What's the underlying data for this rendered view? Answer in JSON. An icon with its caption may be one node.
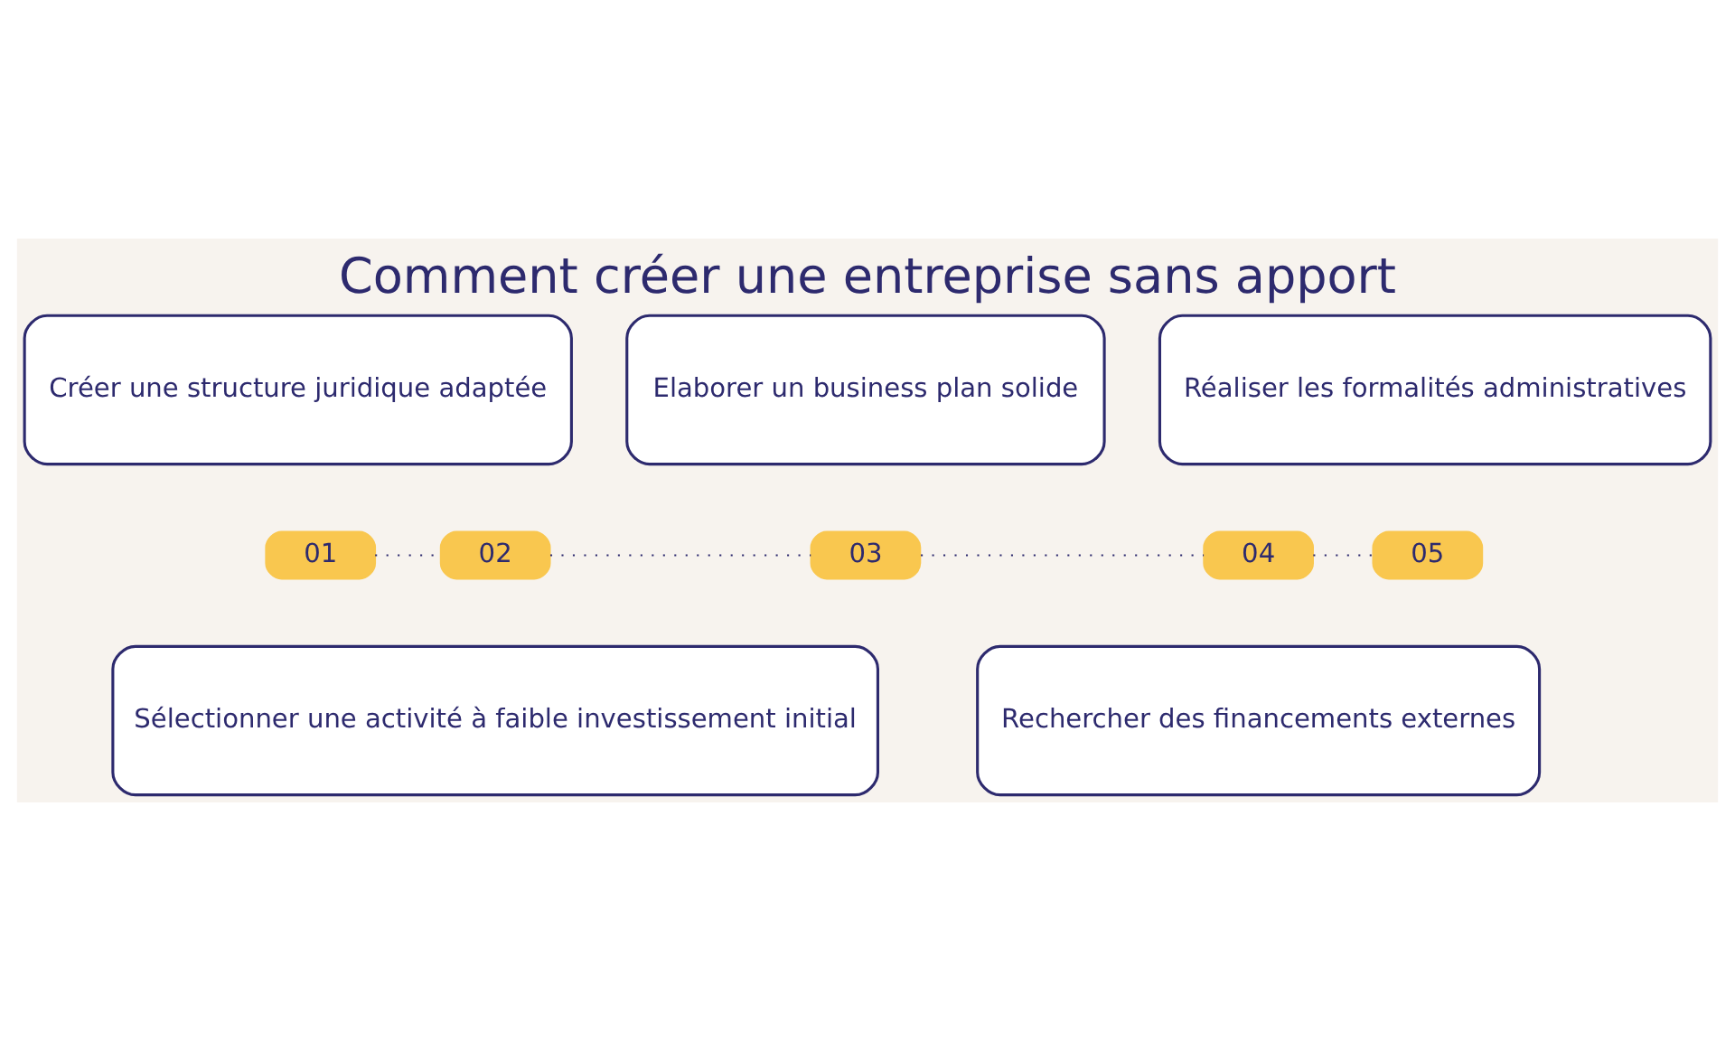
{
  "diagram": {
    "title": "Comment créer une entreprise sans apport",
    "nodes": [
      {
        "text": [
          "Créer une structure juridique adaptée"
        ]
      },
      {
        "text": [
          "Elaborer un business plan solide"
        ]
      },
      {
        "text": [
          "Réaliser les formalités administratives"
        ]
      },
      {
        "text": [
          "01"
        ]
      },
      {
        "text": [
          "02"
        ]
      },
      {
        "text": [
          "03"
        ]
      },
      {
        "text": [
          "04"
        ]
      },
      {
        "text": [
          "05"
        ]
      },
      {
        "text": [
          "Sélectionner une activité à faible investissement initial"
        ]
      },
      {
        "text": [
          "Rechercher des financements externes"
        ]
      }
    ],
    "edges": [
      {
        "from": 3,
        "to": 4,
        "arrow": "none",
        "style": "dashed"
      },
      {
        "from": 4,
        "to": 5,
        "arrow": "none",
        "style": "dashed"
      },
      {
        "from": 5,
        "to": 6,
        "arrow": "none",
        "style": "dashed"
      },
      {
        "from": 6,
        "to": 7,
        "arrow": "none",
        "style": "dashed"
      }
    ]
  }
}
